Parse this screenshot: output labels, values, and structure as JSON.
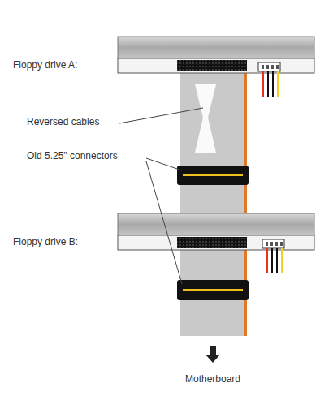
{
  "diagram": {
    "labels": [
      "Floppy drive A:",
      "Reversed cables",
      "Old 5.25\" connectors",
      "Floppy drive B:",
      "Motherboard"
    ]
  }
}
